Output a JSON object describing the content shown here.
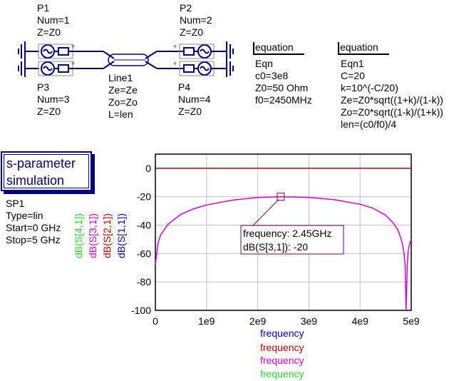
{
  "ports": [
    {
      "name": "P1",
      "num": "Num=1",
      "z": "Z=Z0"
    },
    {
      "name": "P2",
      "num": "Num=2",
      "z": "Z=Z0"
    },
    {
      "name": "P3",
      "num": "Num=3",
      "z": "Z=Z0"
    },
    {
      "name": "P4",
      "num": "Num=4",
      "z": "Z=Z0"
    }
  ],
  "line": {
    "name": "Line1",
    "ze": "Ze=Ze",
    "zo": "Zo=Zo",
    "l": "L=len"
  },
  "equations": [
    {
      "header": "equation",
      "lines": [
        "Eqn",
        "c0=3e8",
        "Z0=50 Ohm",
        "f0=2450MHz"
      ]
    },
    {
      "header": "equation",
      "lines": [
        "Eqn1",
        "C=20",
        "k=10^(-C/20)",
        "Ze=Z0*sqrt((1+k)/(1-k))",
        "Zo=Z0*sqrt((1-k)/(1+k))",
        "len=(c0/f0)/4"
      ]
    }
  ],
  "simulation": {
    "box_line1": "s-parameter",
    "box_line2": "simulation",
    "lines": [
      "SP1",
      "Type=lin",
      "Start=0 GHz",
      "Stop=5 GHz"
    ]
  },
  "colors": {
    "wire": "#000080",
    "red": "#cc0000",
    "magenta": "#dd00dd",
    "blue": "#0000cc",
    "green": "#22dd22",
    "grid": "#c0c0c0",
    "marker": "#800040"
  },
  "chart_data": {
    "type": "line",
    "xlim": [
      0,
      5000000000.0
    ],
    "ylim": [
      -100,
      10
    ],
    "xticks": [
      "0",
      "1e9",
      "2e9",
      "3e9",
      "4e9",
      "5e9"
    ],
    "yticks": [
      "0",
      "-20",
      "-40",
      "-60",
      "-80",
      "-100"
    ],
    "xtick_values": [
      0,
      1000000000.0,
      2000000000.0,
      3000000000.0,
      4000000000.0,
      5000000000.0
    ],
    "ytick_values": [
      0,
      -20,
      -40,
      -60,
      -80,
      -100
    ],
    "grid": true,
    "ylabels": [
      {
        "text": "dB(S[4,1])",
        "color": "#22dd22"
      },
      {
        "text": "dB(S[3,1])",
        "color": "#dd00dd"
      },
      {
        "text": "dB(S[2,1])",
        "color": "#cc0000"
      },
      {
        "text": "dB(S[1,1])",
        "color": "#0000cc"
      }
    ],
    "xlabels": [
      {
        "text": "frequency",
        "color": "#0000cc"
      },
      {
        "text": "frequency",
        "color": "#cc0000"
      },
      {
        "text": "frequency",
        "color": "#dd00dd"
      },
      {
        "text": "frequency",
        "color": "#22dd22"
      }
    ],
    "series": [
      {
        "name": "dB(S[2,1])",
        "color": "#cc0000",
        "x": [
          0,
          5000000000.0
        ],
        "y": [
          0,
          0
        ]
      },
      {
        "name": "dB(S[3,1])",
        "color": "#dd00dd",
        "x": [
          0,
          50000000.0,
          100000000.0,
          250000000.0,
          500000000.0,
          750000000.0,
          1000000000.0,
          1500000000.0,
          2000000000.0,
          2450000000.0,
          3000000000.0,
          3500000000.0,
          4000000000.0,
          4250000000.0,
          4500000000.0,
          4650000000.0,
          4750000000.0,
          4820000000.0,
          4860000000.0,
          4880000000.0,
          4900000000.0,
          4920000000.0,
          4940000000.0,
          4970000000.0,
          5000000000.0
        ],
        "y": [
          -68,
          -53,
          -47,
          -39.3,
          -32.4,
          -28.5,
          -25.8,
          -22.4,
          -20.6,
          -20,
          -20.5,
          -22.1,
          -25.3,
          -28,
          -33,
          -38.5,
          -44,
          -52,
          -60,
          -68,
          -100,
          -70,
          -58,
          -53,
          -50
        ]
      }
    ],
    "marker": {
      "x": 2450000000.0,
      "y": -20,
      "text1": "frequency: 2.45GHz",
      "text2": "dB(S[3,1]): -20"
    }
  }
}
